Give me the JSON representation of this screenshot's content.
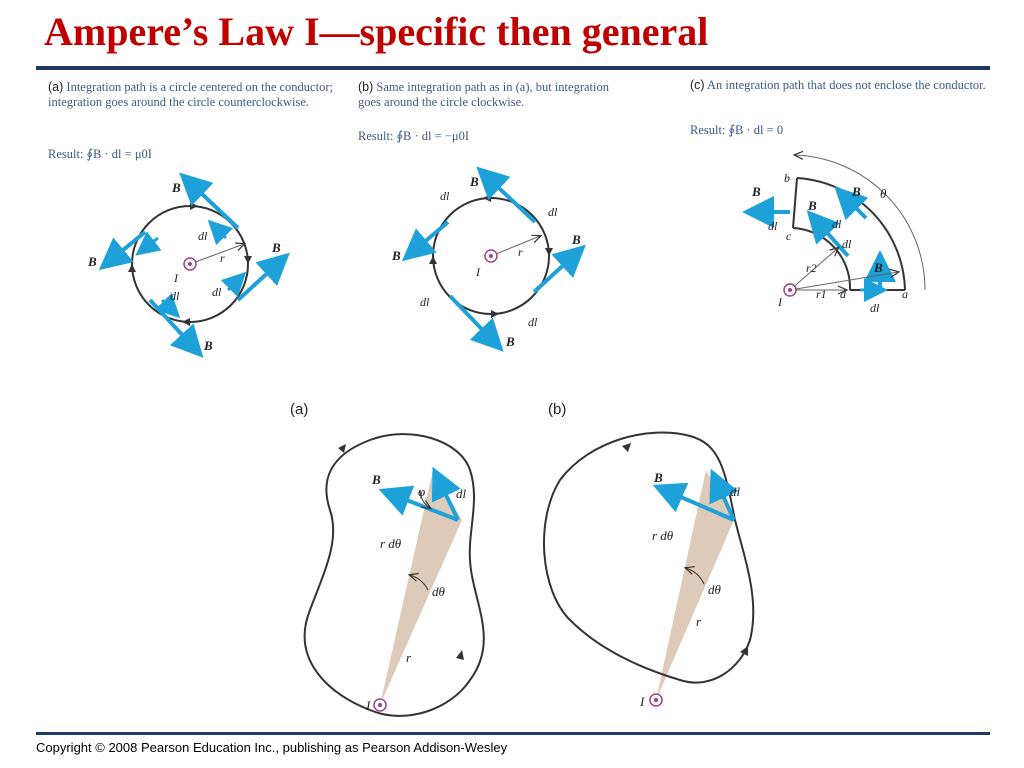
{
  "title": "Ampere’s Law I—specific then general",
  "copyright": "Copyright © 2008 Pearson Education Inc., publishing as Pearson Addison-Wesley",
  "colors": {
    "title": "#c00000",
    "rule": "#1f3864",
    "vector": "#1ea0d8",
    "path": "#333333",
    "wedge": "#d9c4b0",
    "caption": "#3a5a88"
  },
  "panels": {
    "a": {
      "label": "(a)",
      "caption": "Integration path is a circle centered on the conductor; integration goes around the circle counterclockwise.",
      "result": "Result: ∮B · dl = μ0I"
    },
    "b": {
      "label": "(b)",
      "caption": "Same integration path as in (a), but integration goes around the circle clockwise.",
      "result": "Result: ∮B · dl = −μ0I"
    },
    "c": {
      "label": "(c)",
      "caption": "An integration path that does not enclose the conductor.",
      "result": "Result: ∮B · dl = 0"
    }
  },
  "symbols": {
    "B": "B",
    "dl": "dl",
    "I": "I",
    "r": "r",
    "r1": "r1",
    "r2": "r2",
    "theta": "θ",
    "phi": "φ",
    "rdtheta": "r dθ",
    "dtheta": "dθ",
    "a": "a",
    "b": "b",
    "c": "c",
    "d": "d"
  },
  "lower": {
    "a_label": "(a)",
    "b_label": "(b)"
  }
}
